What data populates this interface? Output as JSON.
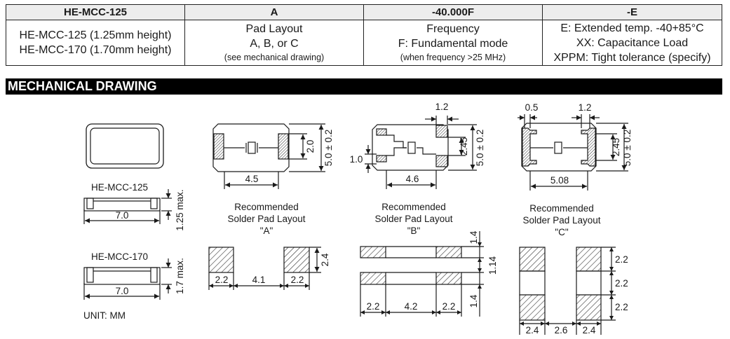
{
  "order_table": {
    "headers": [
      "HE-MCC-125",
      "A",
      "-40.000F",
      "-E"
    ],
    "col1": [
      "HE-MCC-125 (1.25mm height)",
      "HE-MCC-170 (1.70mm height)"
    ],
    "col2": [
      "Pad Layout",
      "A, B, or C",
      "(see mechanical drawing)"
    ],
    "col3": [
      "Frequency",
      "F: Fundamental mode",
      "(when frequency >25 MHz)"
    ],
    "col4": [
      "E: Extended temp. -40+85°C",
      "XX: Capacitance Load",
      "XPPM: Tight tolerance (specify)"
    ]
  },
  "section_title": "MECHANICAL DRAWING",
  "drawing": {
    "label_125": "HE-MCC-125",
    "label_170": "HE-MCC-170",
    "unit": "UNIT: MM",
    "height_125": "1.25 max.",
    "height_170": "1.7 max.",
    "len_7": "7.0",
    "pkg_a": {
      "width": "4.5",
      "inner_h": "2.0",
      "outer_h": "5.0 ± 0.2"
    },
    "pkg_b": {
      "pad_w": "1.2",
      "inner_h": "2.45",
      "outer_h": "5.0 ± 0.2",
      "left_h": "1.0",
      "width": "4.6"
    },
    "pkg_c": {
      "pad_w_left": "0.5",
      "pad_w_right": "1.2",
      "inner_h": "2.45",
      "outer_h": "5.0 ± 0.2",
      "width": "5.08"
    },
    "rec_line1": "Recommended",
    "rec_line2": "Solder Pad Layout",
    "rec_a": "\"A\"",
    "rec_b": "\"B\"",
    "rec_c": "\"C\"",
    "pad_a": {
      "w1": "2.2",
      "gap": "4.1",
      "w2": "2.2",
      "h": "2.4"
    },
    "pad_b": {
      "w1": "2.2",
      "gap": "4.2",
      "w2": "2.2",
      "h_top": "1.4",
      "h_mid": "1.14",
      "h_bot": "1.4"
    },
    "pad_c": {
      "w1": "2.4",
      "gap": "2.6",
      "w2": "2.4",
      "h1": "2.2",
      "h2": "2.2",
      "h3": "2.2"
    }
  }
}
